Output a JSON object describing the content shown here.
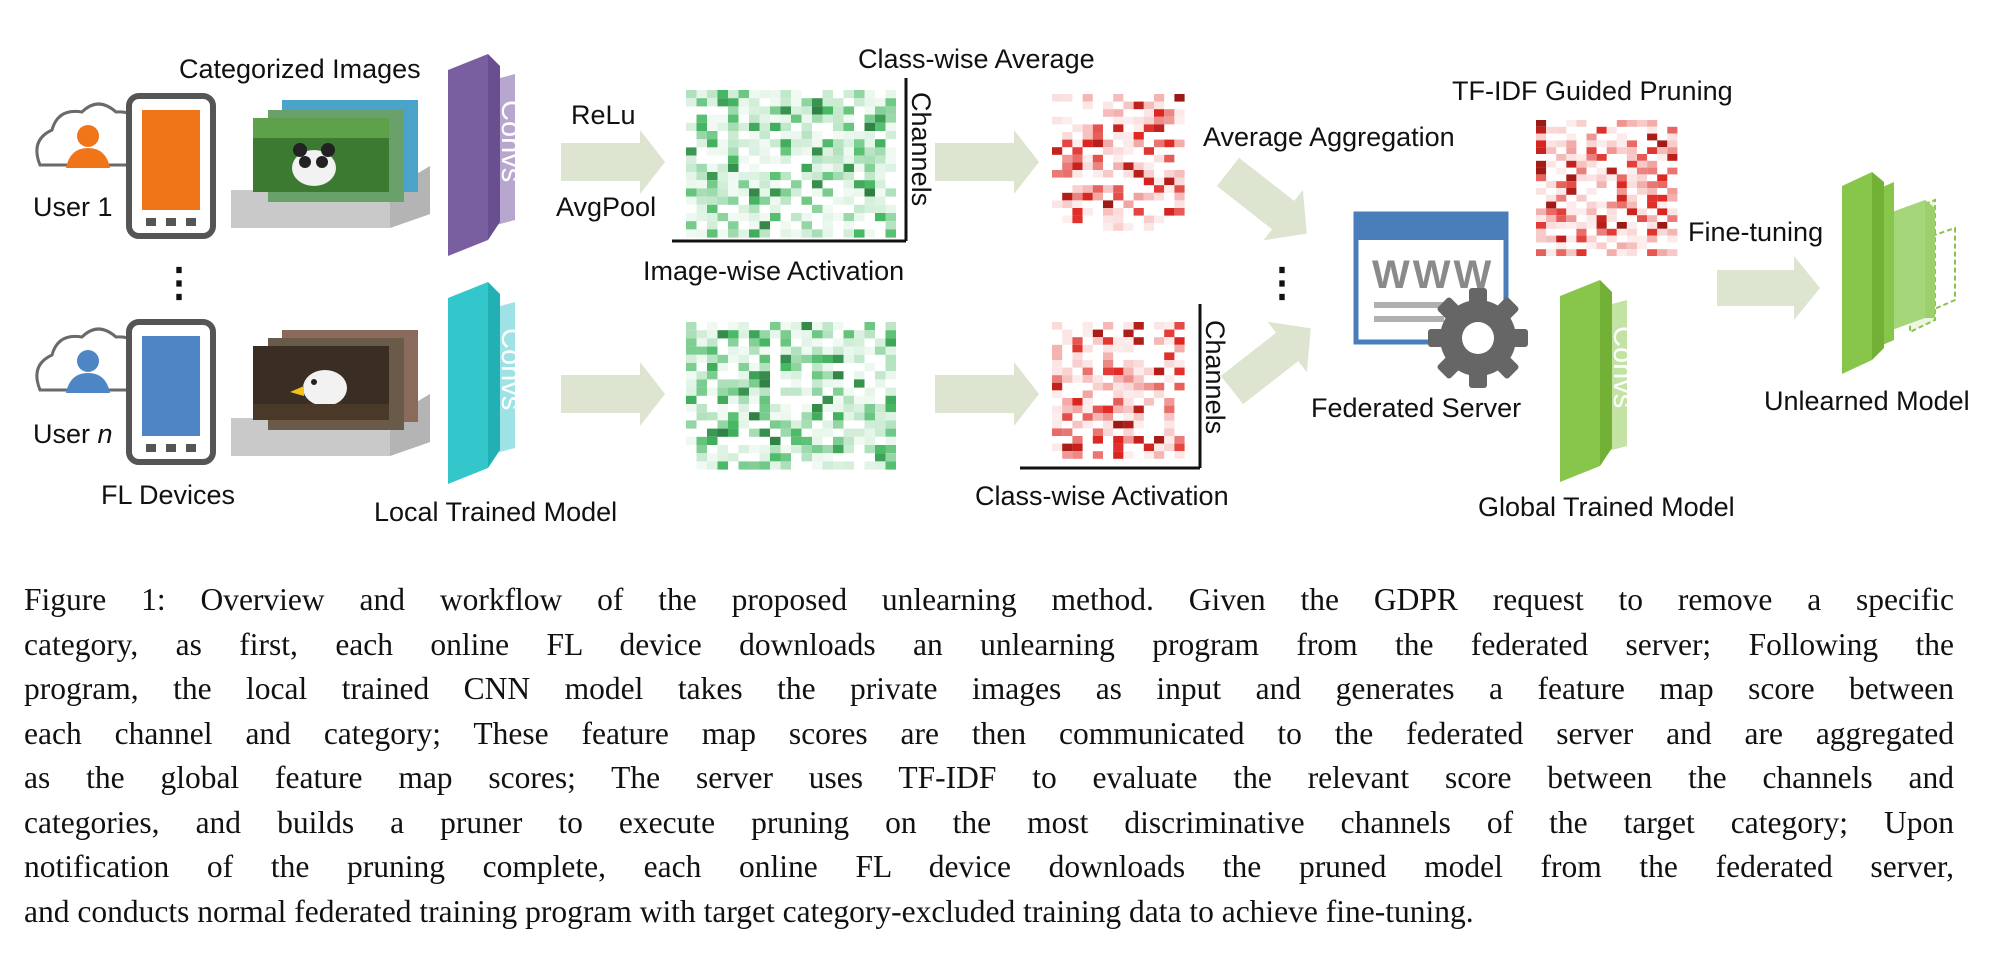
{
  "figure": {
    "labels": {
      "categorized_images": "Categorized Images",
      "user_1": "User 1",
      "user_n_prefix": "User ",
      "user_n_var": "n",
      "fl_devices": "FL Devices",
      "local_trained_model": "Local Trained Model",
      "convs": "Convs",
      "relu": "ReLu",
      "avgpool": "AvgPool",
      "image_wise_activation": "Image-wise Activation",
      "channels": "Channels",
      "class_wise_average": "Class-wise Average",
      "class_wise_activation": "Class-wise Activation",
      "average_aggregation": "Average Aggregation",
      "tf_idf_guided_pruning": "TF-IDF Guided Pruning",
      "federated_server": "Federated Server",
      "www": "WWW",
      "fine_tuning": "Fine-tuning",
      "global_trained_model": "Global Trained Model",
      "unlearned_model": "Unlearned Model",
      "vertical_dots": "⋮"
    },
    "colors": {
      "user1_orange": "#ef7518",
      "usern_blue": "#4e85c4",
      "device_gray": "#555555",
      "conv_purple": "#7a5fa0",
      "conv_cyan": "#33c7cc",
      "conv_green": "#87c64a",
      "arrow_fill": "#dde4cf",
      "green_heatmap": "#2e8b45",
      "red_heatmap": "#cc2020",
      "server_blue": "#4a7ebb",
      "gear_gray": "#666666"
    }
  },
  "caption": {
    "lines": [
      "Figure 1: Overview and workflow of the proposed unlearning method. Given the GDPR request to remove a specific",
      "category, as first, each online FL device downloads an unlearning program from the federated server; Following the",
      "program, the local trained CNN model takes the private images as input and generates a feature map score between",
      "each channel and category; These feature map scores are then communicated to the federated server and are aggregated",
      "as the global feature map scores; The server uses TF-IDF to evaluate the relevant score between the channels and",
      "categories, and builds a pruner to execute pruning on the most discriminative channels of the target category; Upon",
      "notification of the pruning complete, each online FL device downloads the pruned model from the federated server,",
      "and conducts normal federated training program with target category-excluded training data to achieve fine-tuning."
    ]
  }
}
